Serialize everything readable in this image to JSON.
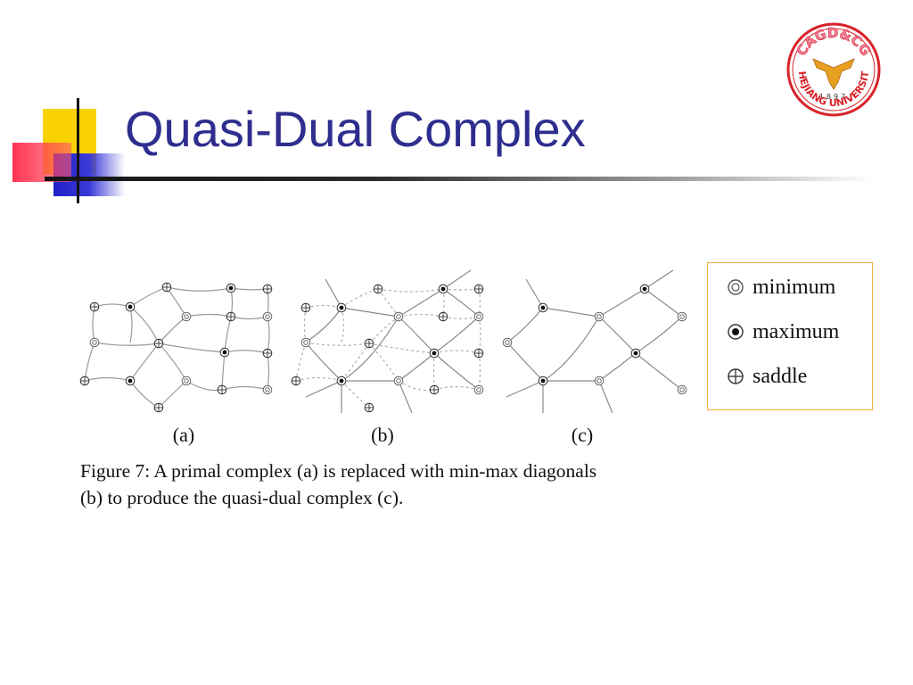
{
  "slide": {
    "title": "Quasi-Dual Complex"
  },
  "logo": {
    "top_text": "CAGD&CG",
    "year": "1897",
    "bottom_text": "ZHEJIANG UNIVERSITY"
  },
  "legend": {
    "items": [
      {
        "symbol": "minimum-icon",
        "label": "minimum"
      },
      {
        "symbol": "maximum-icon",
        "label": "maximum"
      },
      {
        "symbol": "saddle-icon",
        "label": "saddle"
      }
    ]
  },
  "figure": {
    "panel_labels": [
      "(a)",
      "(b)",
      "(c)"
    ],
    "caption_line1": "Figure 7:  A primal complex (a) is replaced with min-max diagonals",
    "caption_line2": "(b) to produce the quasi-dual complex (c)."
  },
  "colors": {
    "title": "#2e2e8f",
    "legend_border": "#f0b040",
    "logo_red": "#d8232a",
    "logo_gold": "#e8a020",
    "deco_yellow": "#f7d200",
    "deco_blue": "#2020c8",
    "deco_red": "#ff2846"
  }
}
